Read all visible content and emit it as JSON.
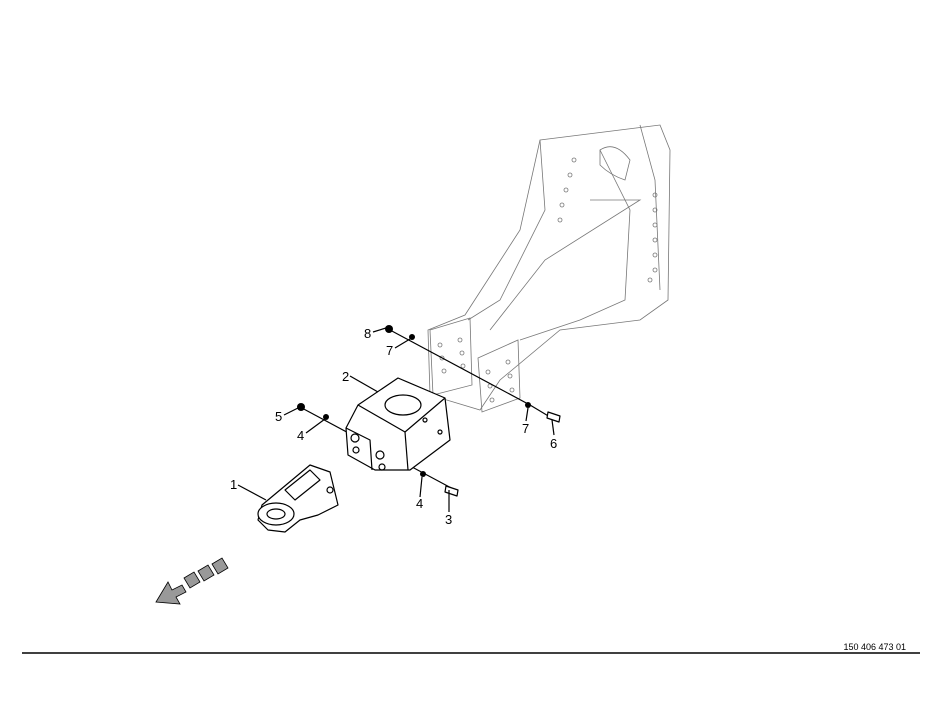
{
  "callouts": {
    "c1": "1",
    "c2": "2",
    "c3": "3",
    "c4a": "4",
    "c4b": "4",
    "c5": "5",
    "c6": "6",
    "c7a": "7",
    "c7b": "7",
    "c8": "8"
  },
  "footer": {
    "reference": "150 406 473 01"
  }
}
